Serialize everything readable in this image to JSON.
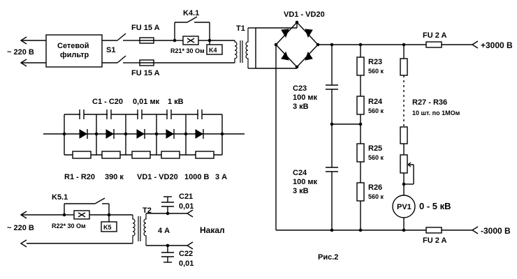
{
  "mains": {
    "voltage_label": "~ 220 В",
    "filter_label_1": "Сетевой",
    "filter_label_2": "фильтр",
    "switch_label": "S1",
    "fuse_top": "FU 15 A",
    "fuse_bottom": "FU 15 A",
    "relay_label": "K4.1",
    "resistor_label": "R21* 30 Ом",
    "relay_coil": "K4",
    "transformer": "T1"
  },
  "bridge": {
    "label": "VD1 - VD20"
  },
  "outputs": {
    "fuse_top": "FU 2 A",
    "fuse_bottom": "FU 2 A",
    "plus": "+3000 В",
    "minus": "-3000 В"
  },
  "caps": {
    "c23_name": "C23",
    "c23_value": "100 мк",
    "c23_voltage": "3 кВ",
    "c24_name": "C24",
    "c24_value": "100 мк",
    "c24_voltage": "3 кВ"
  },
  "resistors": {
    "r23": "R23",
    "r23_val": "560 к",
    "r24": "R24",
    "r24_val": "560 к",
    "r25": "R25",
    "r25_val": "560 к",
    "r26": "R26",
    "r26_val": "560 к",
    "chain_name": "R27 - R36",
    "chain_desc": "10 шт. по 1МОм"
  },
  "meter": {
    "name": "PV1",
    "range": "0 - 5 кВ"
  },
  "detail": {
    "cap_label": "C1 - C20",
    "cap_value": "0,01 мк",
    "cap_voltage": "1 кВ",
    "res_label": "R1 - R20",
    "res_value": "390 к",
    "diode_label": "VD1 - VD20",
    "diode_spec": "1000 В",
    "diode_current": "3 А"
  },
  "heater": {
    "relay_label": "K5.1",
    "voltage_label": "~ 220 В",
    "resistor_label": "R22* 30 Ом",
    "relay_coil": "K5",
    "transformer": "T2",
    "current": "4 А",
    "output_label": "Накал",
    "c21_name": "C21",
    "c21_value": "0,01",
    "c22_name": "C22",
    "c22_value": "0,01"
  },
  "caption": "Рис.2"
}
